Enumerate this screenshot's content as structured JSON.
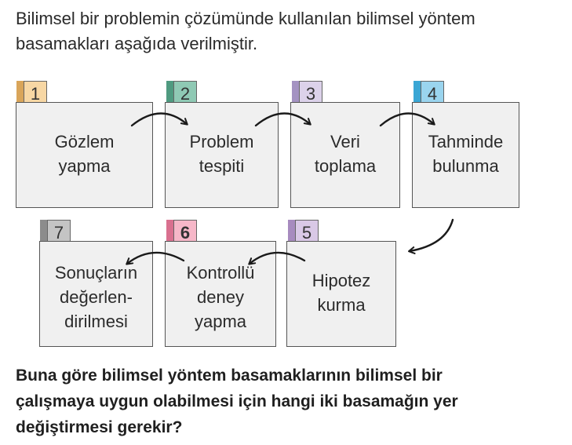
{
  "intro": {
    "line1": "Bilimsel bir problemin çözümünde kullanılan bilimsel yöntem",
    "line2": "basamakları aşağıda verilmiştir."
  },
  "steps": [
    {
      "number": "1",
      "line1": "Gözlem",
      "line2": "yapma",
      "line3": "",
      "tab_color": "#f7d7a4",
      "fold_color": "#d9a55a",
      "bold_number": false
    },
    {
      "number": "2",
      "line1": "Problem",
      "line2": "tespiti",
      "line3": "",
      "tab_color": "#8fc9b4",
      "fold_color": "#4f9a80",
      "bold_number": false
    },
    {
      "number": "3",
      "line1": "Veri",
      "line2": "toplama",
      "line3": "",
      "tab_color": "#dcd2ea",
      "fold_color": "#a493c2",
      "bold_number": false
    },
    {
      "number": "4",
      "line1": "Tahminde",
      "line2": "bulunma",
      "line3": "",
      "tab_color": "#9ad4ee",
      "fold_color": "#3aa6d4",
      "bold_number": false
    },
    {
      "number": "5",
      "line1": "Hipotez",
      "line2": "kurma",
      "line3": "",
      "tab_color": "#d9c8e6",
      "fold_color": "#a78bbf",
      "bold_number": false
    },
    {
      "number": "6",
      "line1": "Kontrollü",
      "line2": "deney",
      "line3": "yapma",
      "tab_color": "#f6b7c8",
      "fold_color": "#d9708f",
      "bold_number": true
    },
    {
      "number": "7",
      "line1": "Sonuçların",
      "line2": "değerlen-",
      "line3": "dirilmesi",
      "tab_color": "#c4c4c4",
      "fold_color": "#8c8c8c",
      "bold_number": false
    }
  ],
  "question": {
    "line1": "Buna göre bilimsel yöntem basamaklarının bilimsel bir",
    "line2": "çalışmaya uygun olabilmesi için hangi iki basamağın yer",
    "line3": "değiştirmesi gerekir?"
  }
}
